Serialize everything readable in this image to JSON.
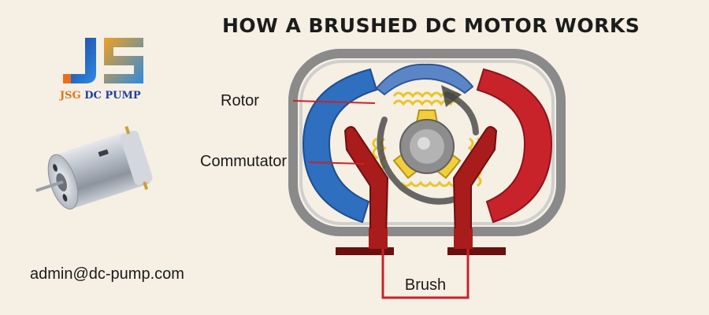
{
  "title": "HOW A BRUSHED DC MOTOR WORKS",
  "brand": {
    "logo_letters": "JS",
    "name_part1": "JSG",
    "name_part2": "DC PUMP",
    "logo_colors": [
      "#1f3f9c",
      "#e8701a",
      "#2e8be0"
    ]
  },
  "contact": {
    "email": "admin@dc-pump.com"
  },
  "diagram": {
    "labels": {
      "rotor": "Rotor",
      "commutator": "Commutator",
      "brush": "Brush"
    },
    "colors": {
      "stator_north": "#2f6fbf",
      "stator_south": "#c8232b",
      "brush": "#a81c1c",
      "windings": "#e9c52a",
      "housing": "#8a8a8a",
      "leader_line": "#c8232b"
    }
  }
}
